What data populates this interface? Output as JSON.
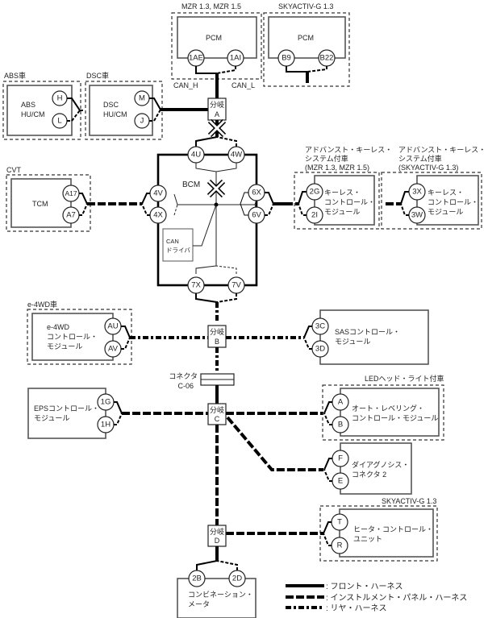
{
  "diagram": {
    "pcm_mzr": {
      "variant": "MZR 1.3, MZR 1.5",
      "name": "PCM",
      "pins": [
        "1AE",
        "1AI"
      ],
      "can_h": "CAN_H",
      "can_l": "CAN_L"
    },
    "pcm_sky": {
      "variant": "SKYACTIV-G 1.3",
      "name": "PCM",
      "pins": [
        "B9",
        "B22"
      ]
    },
    "abs": {
      "variant": "ABS車",
      "name_l1": "ABS",
      "name_l2": "HU/CM",
      "pins": [
        "H",
        "L"
      ]
    },
    "dsc": {
      "variant": "DSC車",
      "name_l1": "DSC",
      "name_l2": "HU/CM",
      "pins": [
        "M",
        "J"
      ]
    },
    "tcm": {
      "variant": "CVT",
      "name": "TCM",
      "pins": [
        "A17",
        "A7"
      ]
    },
    "bcm": {
      "name": "BCM",
      "pins_top": [
        "4U",
        "4W"
      ],
      "pins_left": [
        "4V",
        "4X"
      ],
      "pins_right": [
        "6X",
        "6V"
      ],
      "pins_bottom": [
        "7X",
        "7V"
      ],
      "can_driver_l1": "CAN",
      "can_driver_l2": "ドライバ"
    },
    "keyless_mzr": {
      "variant_l1": "アドバンスト・キーレス・",
      "variant_l2": "システム付車",
      "variant_l3": "(MZR 1.3, MZR 1.5)",
      "name_l1": "キーレス・",
      "name_l2": "コントロール・",
      "name_l3": "モジュール",
      "pins": [
        "2G",
        "2I"
      ]
    },
    "keyless_sky": {
      "variant_l1": "アドバンスト・キーレス・",
      "variant_l2": "システム付車",
      "variant_l3": "(SKYACTIV-G 1.3)",
      "name_l1": "キーレス・",
      "name_l2": "コントロール・",
      "name_l3": "モジュール",
      "pins": [
        "3X",
        "3W"
      ]
    },
    "e4wd": {
      "variant": "e-4WD車",
      "name_l1": "e-4WD",
      "name_l2": "コントロール・",
      "name_l3": "モジュール",
      "pins": [
        "AU",
        "AV"
      ]
    },
    "sas": {
      "name_l1": "SASコントロール・",
      "name_l2": "モジュール",
      "pins": [
        "3C",
        "3D"
      ]
    },
    "connector": {
      "label_l1": "コネクタ",
      "label_l2": "C-06"
    },
    "eps": {
      "name_l1": "EPSコントロール・",
      "name_l2": "モジュール",
      "pins": [
        "1G",
        "1H"
      ]
    },
    "leveling": {
      "variant": "LEDヘッド・ライト付車",
      "name_l1": "オート・レベリング・",
      "name_l2": "コントロール・モジュール",
      "pins": [
        "A",
        "B"
      ]
    },
    "dlc": {
      "name_l1": "ダイアグノシス・",
      "name_l2": "コネクタ 2",
      "pins": [
        "F",
        "E"
      ]
    },
    "heater": {
      "variant": "SKYACTIV-G 1.3",
      "name_l1": "ヒータ・コントロール・",
      "name_l2": "ユニット",
      "pins": [
        "T",
        "R"
      ]
    },
    "meter": {
      "name_l1": "コンビネーション・",
      "name_l2": "メータ",
      "pins": [
        "2B",
        "2D"
      ]
    },
    "branches": [
      {
        "l1": "分岐",
        "l2": "A"
      },
      {
        "l1": "分岐",
        "l2": "B"
      },
      {
        "l1": "分岐",
        "l2": "C"
      },
      {
        "l1": "分岐",
        "l2": "D"
      }
    ]
  },
  "legend": [
    {
      "style": "front",
      "label": ": フロント・ハーネス"
    },
    {
      "style": "instrument-panel",
      "label": ": インストルメント・パネル・ハーネス"
    },
    {
      "style": "rear",
      "label": ": リヤ・ハーネス"
    }
  ]
}
